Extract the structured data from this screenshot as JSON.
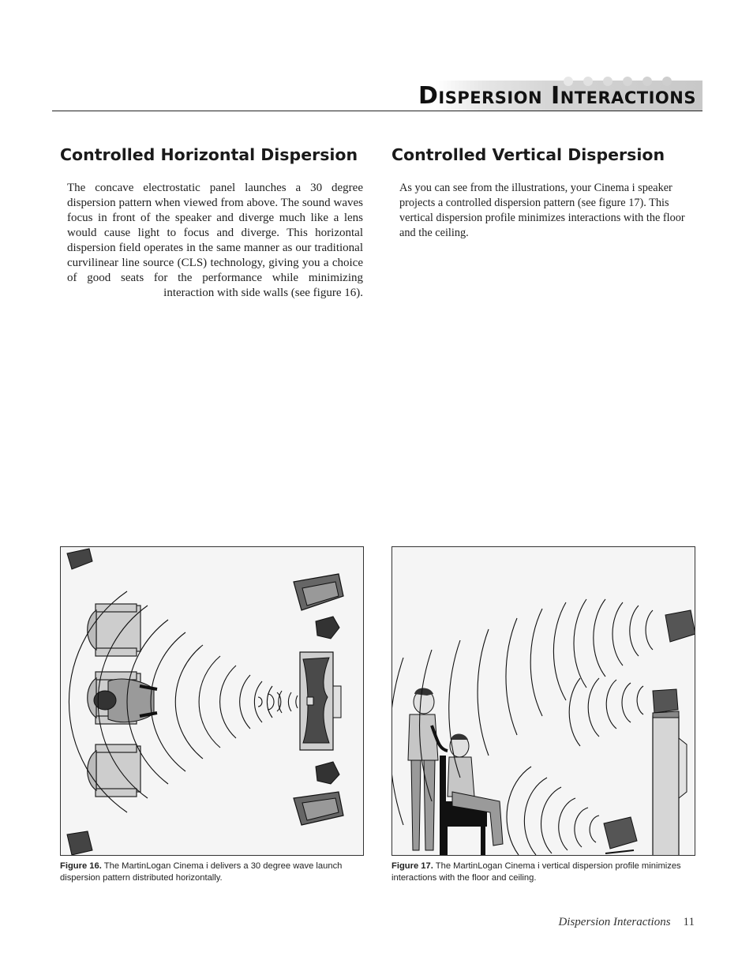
{
  "page": {
    "title": "Dispersion Interactions",
    "footer_section": "Dispersion Interactions",
    "page_number": "11"
  },
  "left_column": {
    "heading": "Controlled Horizontal Dispersion",
    "body": "The concave electrostatic panel launches a 30 degree dispersion pattern when viewed from above. The sound waves focus in front of the speaker and diverge much like a lens would cause light to focus and diverge. This horizontal dispersion field operates in the same manner as our traditional curvilinear line source (CLS) technology, giving you a choice of good seats for the performance while minimizing interaction with side walls (see figure 16)."
  },
  "right_column": {
    "heading": "Controlled Vertical Dispersion",
    "body": "As you can see from the illustrations, your Cinema i speaker projects a controlled dispersion pattern (see figure 17). This vertical dispersion profile minimizes interactions with the floor and the ceiling."
  },
  "figures": [
    {
      "label": "Figure 16.",
      "caption": "The MartinLogan Cinema i delivers a 30 degree wave launch dispersion pattern distributed horizontally."
    },
    {
      "label": "Figure 17.",
      "caption": "The MartinLogan Cinema i vertical dispersion profile minimizes interactions with the floor and ceiling."
    }
  ],
  "colors": {
    "figure_bg": "#f5f5f5",
    "panel_dark": "#555555",
    "panel_light": "#c8c8c8",
    "line": "#1a1a1a"
  }
}
